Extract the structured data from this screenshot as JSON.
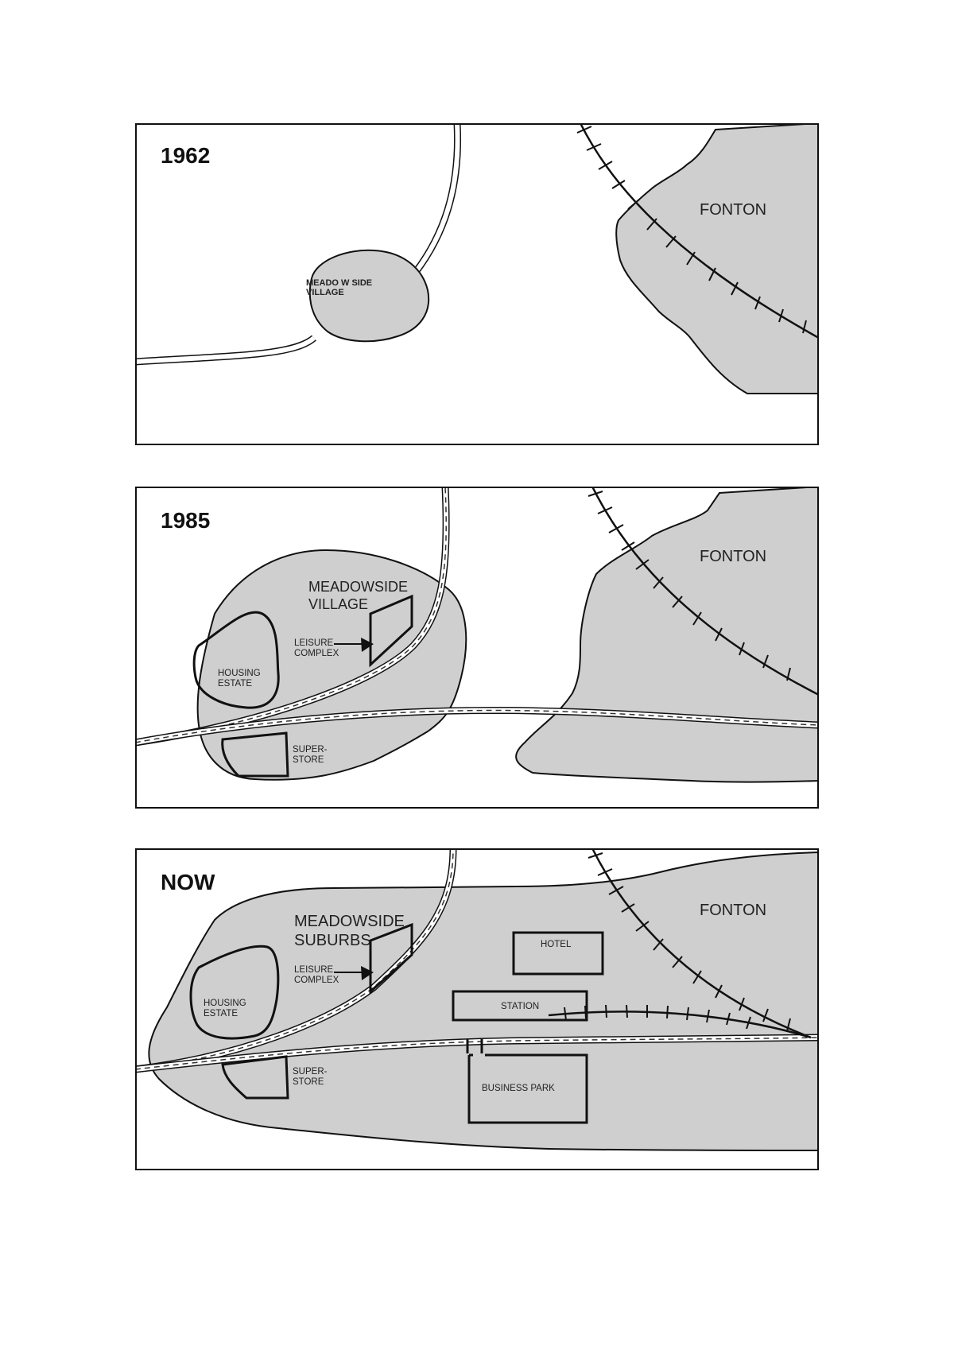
{
  "panels": [
    {
      "id": "p1962",
      "year": "1962",
      "labels": {
        "town": "FONTON",
        "village_l1": "MEADO W SIDE",
        "village_l2": "VILLAGE"
      }
    },
    {
      "id": "p1985",
      "year": "1985",
      "labels": {
        "town": "FONTON",
        "village_l1": "MEADOWSIDE",
        "village_l2": "VILLAGE",
        "leisure_l1": "LEISURE",
        "leisure_l2": "COMPLEX",
        "housing_l1": "HOUSING",
        "housing_l2": "ESTATE",
        "store_l1": "SUPER-",
        "store_l2": "STORE"
      }
    },
    {
      "id": "pnow",
      "year": "NOW",
      "labels": {
        "town": "FONTON",
        "suburb_l1": "MEADOWSIDE",
        "suburb_l2": "SUBURBS",
        "leisure_l1": "LEISURE",
        "leisure_l2": "COMPLEX",
        "housing_l1": "HOUSING",
        "housing_l2": "ESTATE",
        "store_l1": "SUPER-",
        "store_l2": "STORE",
        "hotel": "HOTEL",
        "station": "STATION",
        "business": "BUSINESS  PARK"
      }
    }
  ],
  "colors": {
    "land": "#cfcfcf",
    "outline": "#111111",
    "background": "#ffffff"
  }
}
